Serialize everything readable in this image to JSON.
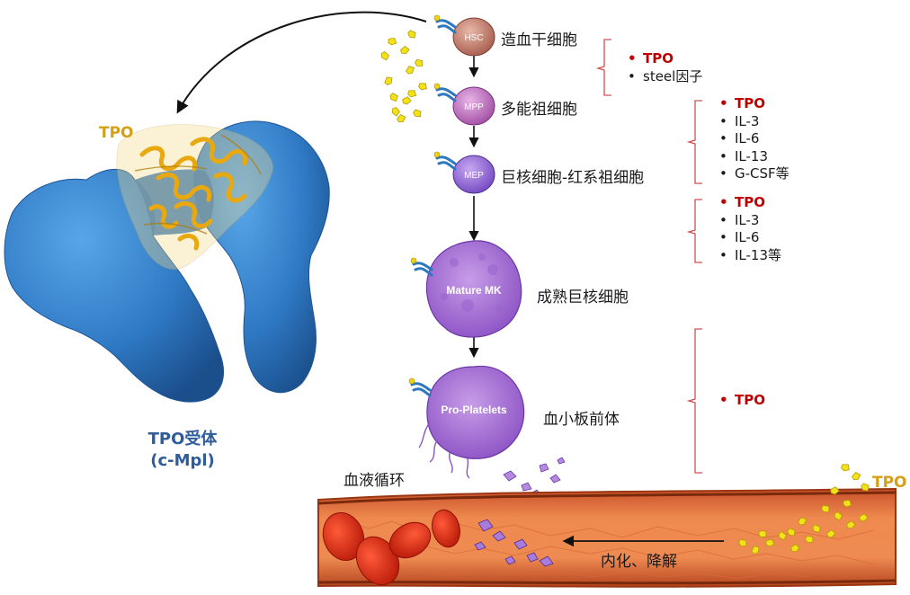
{
  "protein": {
    "ligand_label": "TPO",
    "receptor_label_line1": "TPO受体",
    "receptor_label_line2": "(c-Mpl)"
  },
  "stages": [
    {
      "cell": "HSC",
      "label": "造血干细胞"
    },
    {
      "cell": "MPP",
      "label": "多能祖细胞"
    },
    {
      "cell": "MEP",
      "label": "巨核细胞-红系祖细胞"
    },
    {
      "cell": "Mature MK",
      "label": "成熟巨核细胞"
    },
    {
      "cell": "Pro-Platelets",
      "label": "血小板前体"
    }
  ],
  "factor_groups": [
    {
      "items": [
        {
          "text": "TPO",
          "highlight": true
        },
        {
          "text": "steel因子",
          "highlight": false
        }
      ]
    },
    {
      "items": [
        {
          "text": "TPO",
          "highlight": true
        },
        {
          "text": "IL-3",
          "highlight": false
        },
        {
          "text": "IL-6",
          "highlight": false
        },
        {
          "text": "IL-13",
          "highlight": false
        },
        {
          "text": "G-CSF等",
          "highlight": false
        }
      ]
    },
    {
      "items": [
        {
          "text": "TPO",
          "highlight": true
        },
        {
          "text": "IL-3",
          "highlight": false
        },
        {
          "text": "IL-6",
          "highlight": false
        },
        {
          "text": "IL-13等",
          "highlight": false
        }
      ]
    },
    {
      "items": [
        {
          "text": "TPO",
          "highlight": true
        }
      ]
    }
  ],
  "vessel": {
    "title": "血液循环",
    "process_label": "内化、降解",
    "tpo_label": "TPO"
  },
  "colors": {
    "tpo_gold": "#d4a017",
    "receptor_blue": "#2e78c0",
    "highlight_red": "#c00000",
    "bracket_red": "#d05050",
    "cell_purple": "#a36ad3",
    "vessel_orange": "#e4773e"
  }
}
